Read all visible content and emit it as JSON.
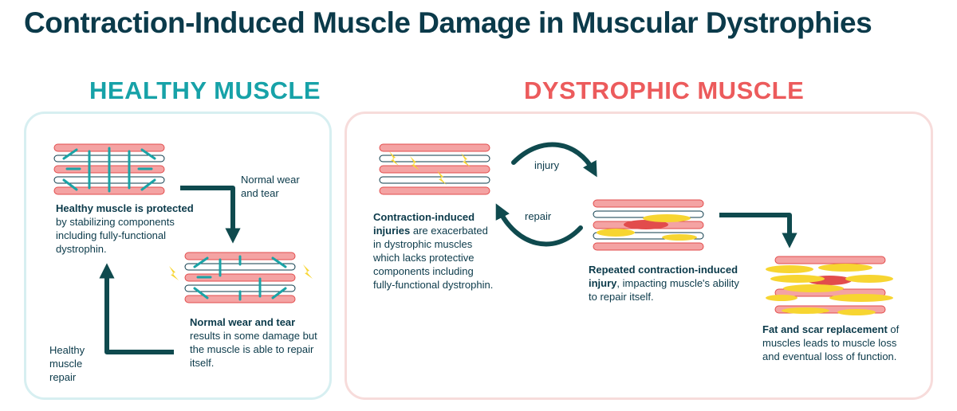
{
  "title": "Contraction-Induced Muscle Damage in Muscular Dystrophies",
  "healthy": {
    "heading": "HEALTHY MUSCLE",
    "caption_protected_bold": "Healthy muscle is protected",
    "caption_protected_rest": " by stabilizing components including fully-functional dystrophin.",
    "label_wear": "Normal wear and tear",
    "caption_wear_bold": "Normal wear and tear",
    "caption_wear_rest": " results in some damage but the muscle is able to repair itself.",
    "label_repair": "Healthy muscle repair"
  },
  "dystrophic": {
    "heading": "DYSTROPHIC MUSCLE",
    "label_injury": "injury",
    "label_repair": "repair",
    "caption_injuries_bold": "Contraction-induced injuries",
    "caption_injuries_rest": " are exacerbated in dystrophic muscles which lacks protective components including fully-functional dystrophin.",
    "caption_repeated_bold": "Repeated contraction-induced injury",
    "caption_repeated_rest": ", impacting muscle's ability to repair itself.",
    "caption_fat_bold": "Fat and scar replacement",
    "caption_fat_rest": " of muscles leads to muscle loss and eventual loss of function."
  },
  "colors": {
    "dark_navy": "#0b3a4a",
    "teal": "#17a2a8",
    "coral": "#ec5b5c",
    "fiber_pink": "#f4a3a3",
    "fiber_red": "#e24c4c",
    "dystrophin_teal": "#1aa3a6",
    "injury_yellow": "#f7d531",
    "arrow_dark": "#0f4a4e"
  }
}
